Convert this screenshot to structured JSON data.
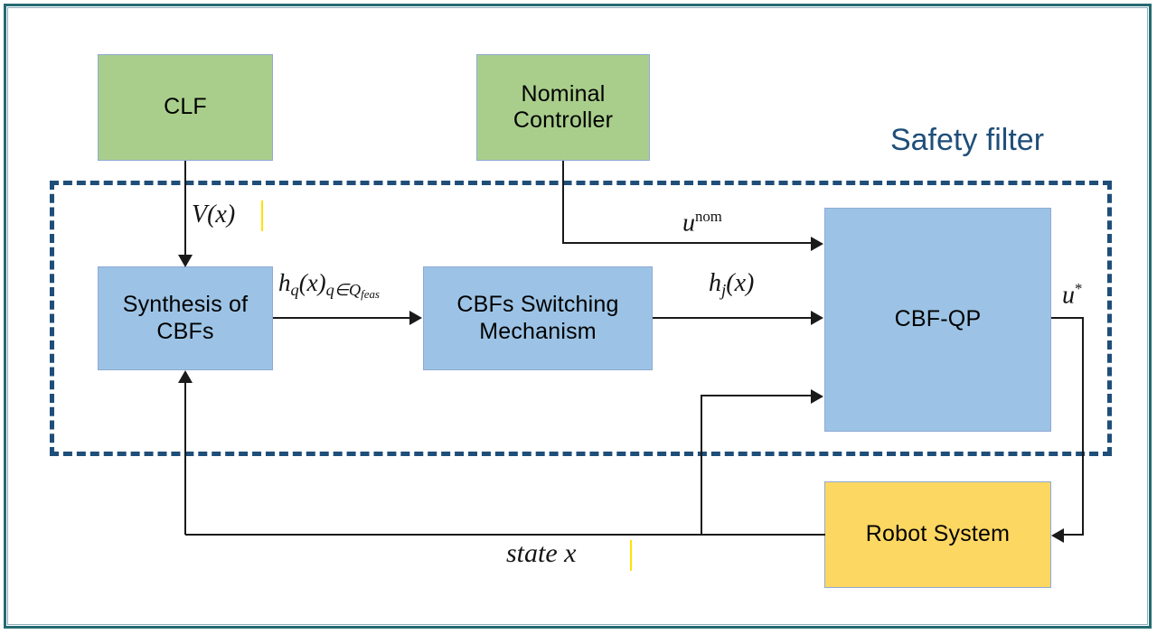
{
  "figure": {
    "title": "Safety filter block diagram",
    "frame_color": "#256b72",
    "region_color": "#1f4e79",
    "colors": {
      "green_block": "#a9ce8b",
      "blue_block": "#9cc3e5",
      "amber_block": "#fcd762",
      "block_border": "#8faad4",
      "connector": "#1a1a1a",
      "caret": "#ffe200"
    }
  },
  "region": {
    "label": "Safety filter"
  },
  "nodes": {
    "clf": {
      "label": "CLF",
      "fill": "green"
    },
    "nominal_controller": {
      "label": "Nominal\nController",
      "line1": "Nominal",
      "line2": "Controller",
      "fill": "green"
    },
    "synthesis_of_cbfs": {
      "line1": "Synthesis of",
      "line2": "CBFs",
      "fill": "blue"
    },
    "cbfs_switching_mechanism": {
      "line1": "CBFs Switching",
      "line2": "Mechanism",
      "fill": "blue"
    },
    "cbf_qp": {
      "label": "CBF-QP",
      "fill": "blue"
    },
    "robot_system": {
      "label": "Robot System",
      "fill": "amber"
    }
  },
  "edges": {
    "clf_to_synthesis": {
      "label_main": "V",
      "label_paren_open": "(",
      "label_var": "x",
      "label_paren_close": ")",
      "plain": "V(x)"
    },
    "synthesis_to_switching": {
      "label_h": "h",
      "label_sub_q": "q",
      "label_paren": "(x)",
      "label_sub_set": "q∈Q",
      "label_sub_feas": "feas",
      "plain": "h_q(x)_{q∈Q_feas}"
    },
    "switching_to_cbfqp": {
      "label_h": "h",
      "label_sub_j": "j",
      "label_paren": "(x)",
      "plain": "h_j(x)"
    },
    "nominal_to_cbfqp": {
      "label_u": "u",
      "label_sup": "nom",
      "plain": "u^nom"
    },
    "cbfqp_to_robot": {
      "label_u": "u",
      "label_sup": "*",
      "plain": "u*"
    },
    "robot_state_feedback": {
      "label": "state  x",
      "plain": "state x"
    }
  }
}
